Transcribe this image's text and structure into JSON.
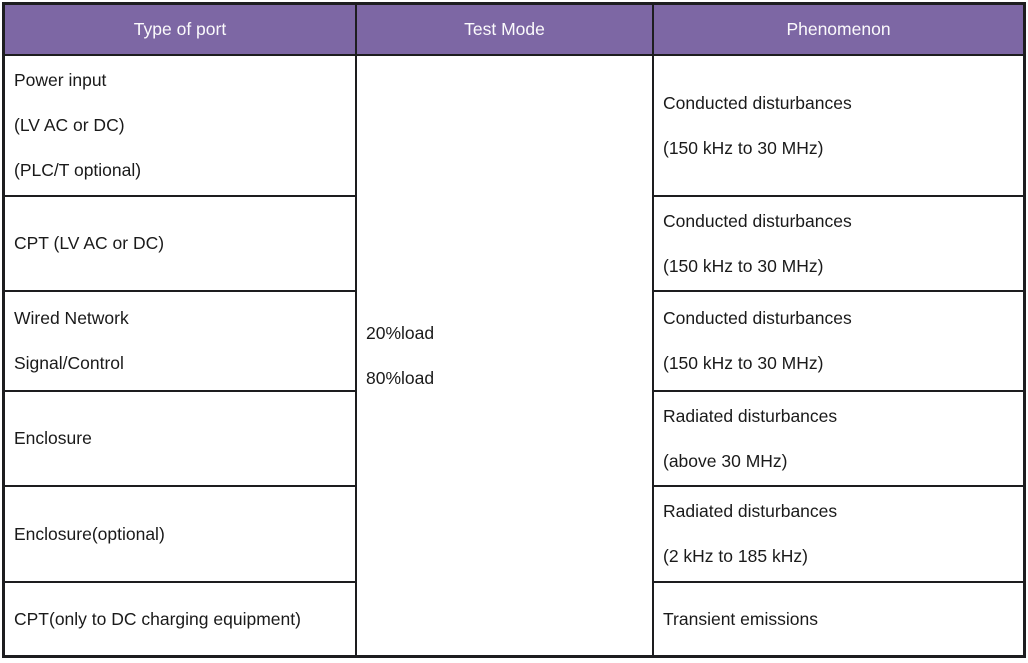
{
  "table": {
    "headers": {
      "port": "Type of port",
      "test_mode": "Test Mode",
      "phenomenon": "Phenomenon"
    },
    "port_rows": [
      {
        "lines": [
          "Power input",
          "(LV AC or DC)",
          "(PLC/T optional)"
        ]
      },
      {
        "lines": [
          "CPT (LV AC or DC)"
        ]
      },
      {
        "lines": [
          "Wired Network",
          "Signal/Control"
        ]
      },
      {
        "lines": [
          "Enclosure"
        ]
      },
      {
        "lines": [
          "Enclosure(optional)"
        ]
      },
      {
        "lines": [
          "CPT(only to DC charging equipment)"
        ]
      }
    ],
    "test_mode_cell": {
      "lines": [
        "20%load",
        "80%load"
      ]
    },
    "phenomenon_rows": [
      {
        "lines": [
          "Conducted disturbances",
          "(150 kHz to 30 MHz)"
        ]
      },
      {
        "lines": [
          "Conducted disturbances",
          "(150 kHz to 30 MHz)"
        ]
      },
      {
        "lines": [
          "Conducted disturbances",
          "(150 kHz to 30 MHz)"
        ]
      },
      {
        "lines": [
          "Radiated disturbances",
          "(above 30 MHz)"
        ]
      },
      {
        "lines": [
          "Radiated disturbances",
          "(2 kHz to 185 kHz)"
        ]
      },
      {
        "lines": [
          "Transient emissions"
        ]
      }
    ],
    "colors": {
      "header_bg": "#7D67A4",
      "header_text": "#FBFAFC",
      "body_text": "#1A1A1A",
      "border": "#1D1D1F"
    }
  }
}
